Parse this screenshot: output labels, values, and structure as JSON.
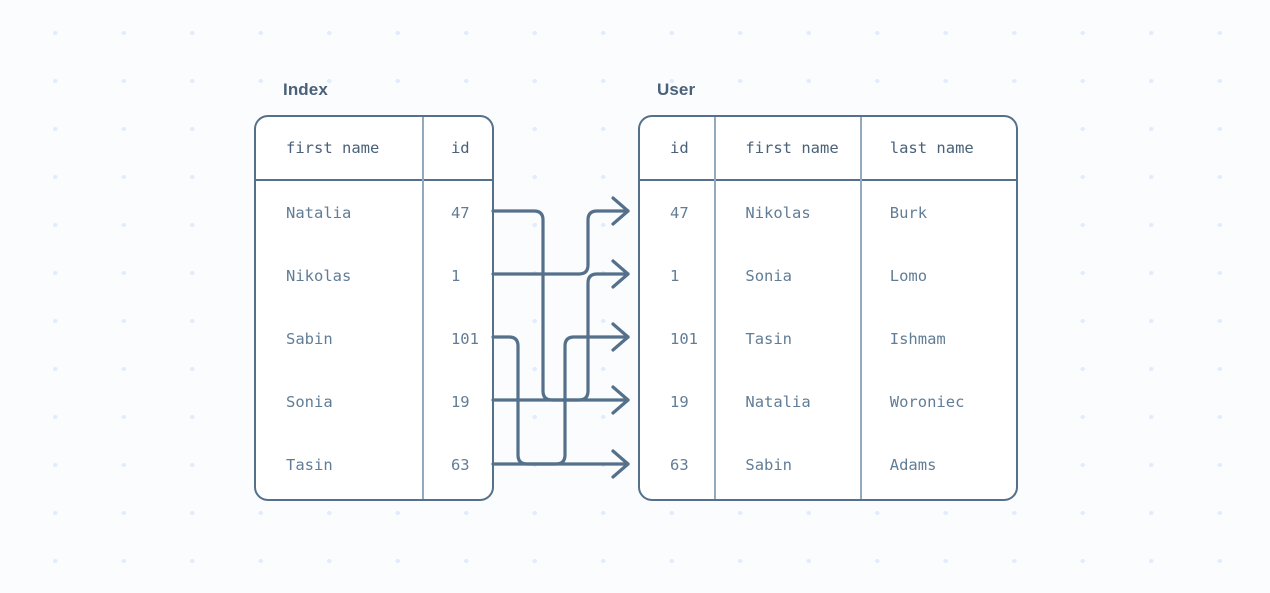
{
  "diagram": {
    "type": "index-to-table-mapping",
    "background": "#fbfcfe",
    "dot_grid_color": "#e2ecfb",
    "stroke_color": "#54708a",
    "text_color": "#617d96",
    "heading_color": "#4a6179"
  },
  "index_table": {
    "title": "Index",
    "columns": [
      "first name",
      "id"
    ],
    "rows": [
      {
        "first_name": "Natalia",
        "id": "47"
      },
      {
        "first_name": "Nikolas",
        "id": "1"
      },
      {
        "first_name": "Sabin",
        "id": "101"
      },
      {
        "first_name": "Sonia",
        "id": "19"
      },
      {
        "first_name": "Tasin",
        "id": "63"
      }
    ]
  },
  "user_table": {
    "title": "User",
    "columns": [
      "id",
      "first name",
      "last name"
    ],
    "rows": [
      {
        "id": "47",
        "first_name": "Nikolas",
        "last_name": "Burk"
      },
      {
        "id": "1",
        "first_name": "Sonia",
        "last_name": "Lomo"
      },
      {
        "id": "101",
        "first_name": "Tasin",
        "last_name": "Ishmam"
      },
      {
        "id": "19",
        "first_name": "Natalia",
        "last_name": "Woroniec"
      },
      {
        "id": "63",
        "first_name": "Sabin",
        "last_name": "Adams"
      }
    ]
  },
  "connections": [
    {
      "from_index_row": 1,
      "from_id": "47",
      "to_user_row": 4,
      "label": "47 to row 4"
    },
    {
      "from_index_row": 2,
      "from_id": "1",
      "to_user_row": 1,
      "label": "1 to row 1"
    },
    {
      "from_index_row": 3,
      "from_id": "101",
      "to_user_row": 5,
      "label": "101 to row 5"
    },
    {
      "from_index_row": 4,
      "from_id": "19",
      "to_user_row": 2,
      "label": "19 to row 2"
    },
    {
      "from_index_row": 5,
      "from_id": "63",
      "to_user_row": 3,
      "label": "63 to row 3"
    }
  ]
}
